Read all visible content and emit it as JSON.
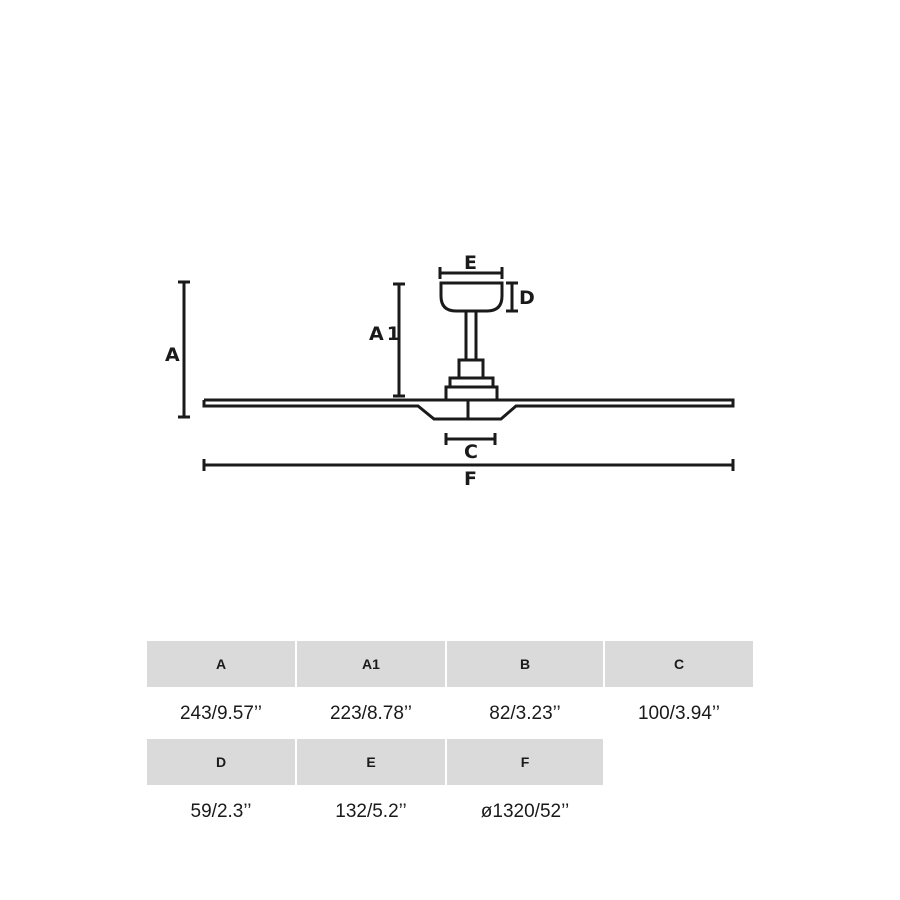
{
  "diagram": {
    "title": "Ceiling fan dimensions diagram",
    "labels": {
      "A": "A",
      "A1": "A1",
      "C": "C",
      "D": "D",
      "E": "E",
      "F": "F"
    },
    "line_color": "#1a1a1a"
  },
  "table": {
    "header_bg": "#dadada",
    "rows": [
      {
        "headers": [
          "A",
          "A1",
          "B",
          "C"
        ],
        "values": [
          "243/9.57’’",
          "223/8.78’’",
          "82/3.23’’",
          "100/3.94’’"
        ]
      },
      {
        "headers": [
          "D",
          "E",
          "F"
        ],
        "values": [
          "59/2.3’’",
          "132/5.2’’",
          "ø1320/52’’"
        ]
      }
    ]
  }
}
